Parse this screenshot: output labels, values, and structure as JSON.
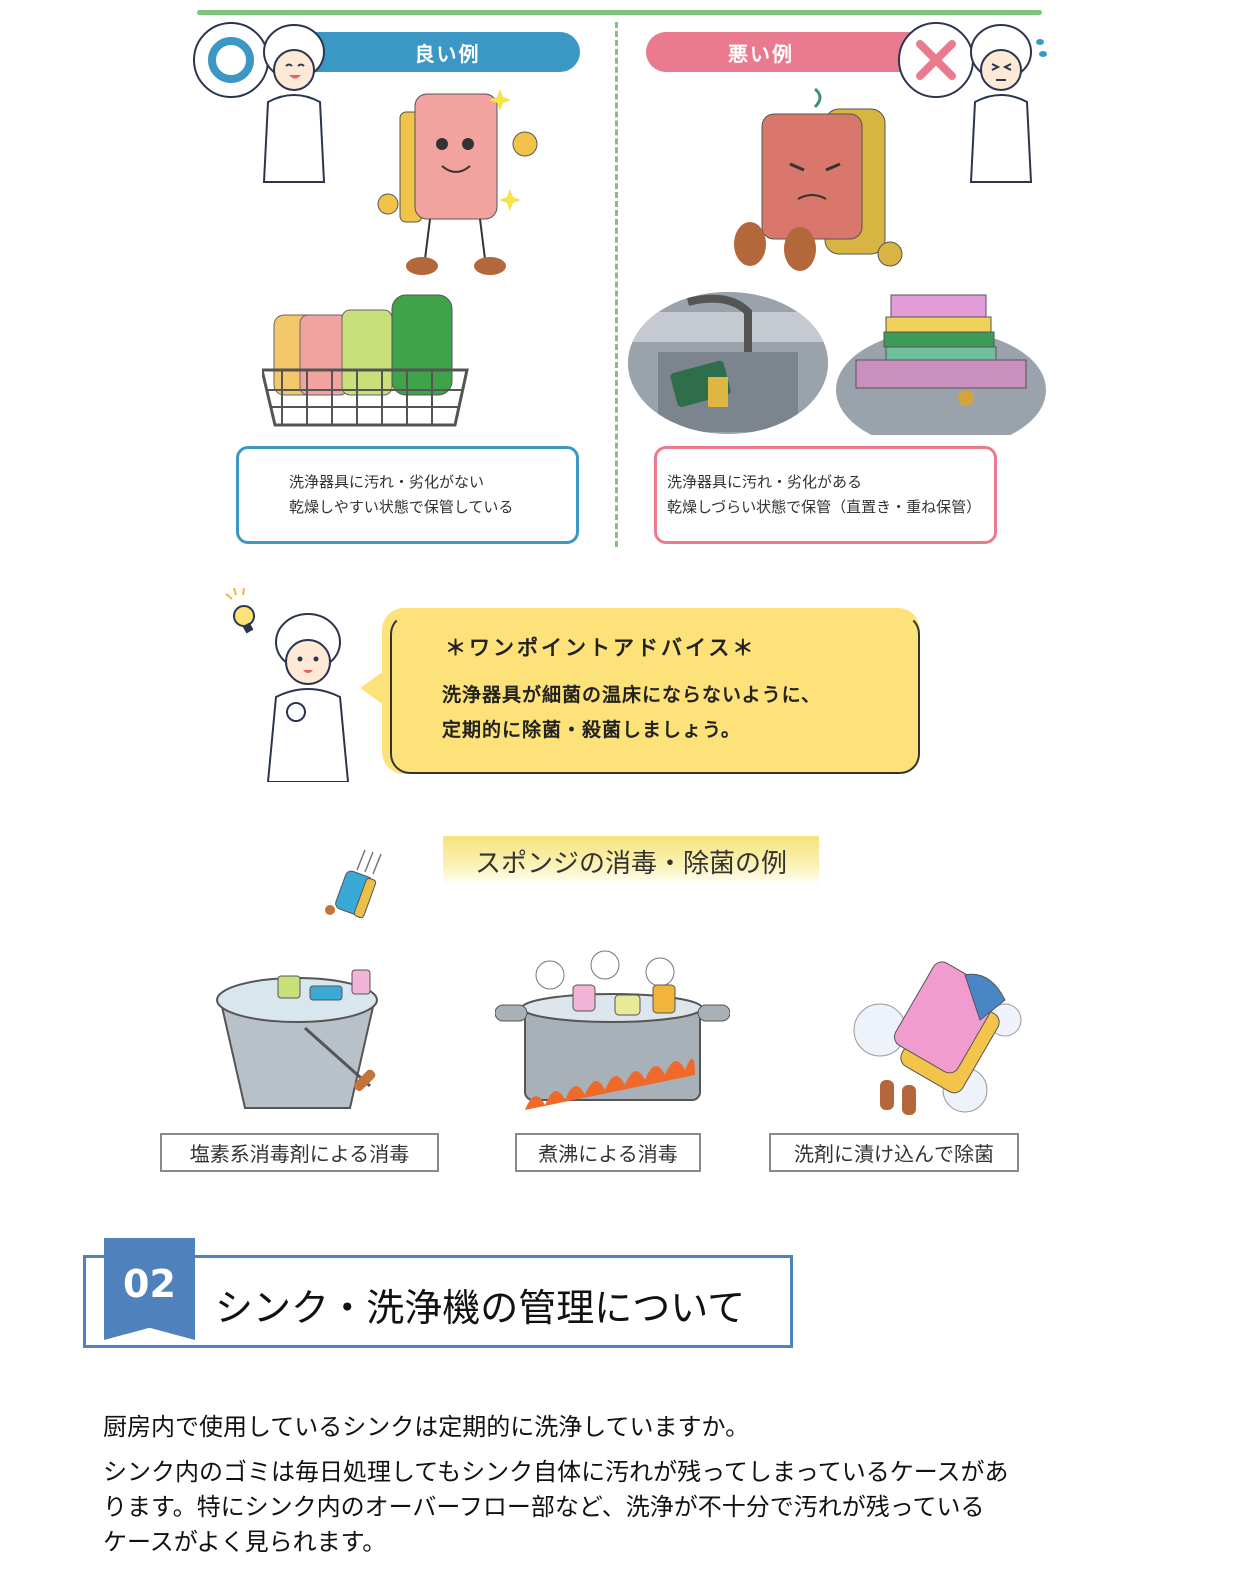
{
  "comparison": {
    "good": {
      "header": "良い例",
      "sign_icon": "circle-ok-icon",
      "description_lines": [
        "洗浄器具に汚れ・劣化がない",
        "乾燥しやすい状態で保管している"
      ],
      "accent_color": "#3b97c4"
    },
    "bad": {
      "header": "悪い例",
      "sign_icon": "cross-ng-icon",
      "description_lines": [
        "洗浄器具に汚れ・劣化がある",
        "乾燥しづらい状態で保管（直置き・重ね保管）"
      ],
      "accent_color": "#ea7b8f"
    },
    "divider_color": "#7fc47a"
  },
  "advice": {
    "title": "＊ワンポイントアドバイス＊",
    "lines": [
      "洗浄器具が細菌の温床にならないように、",
      "定期的に除菌・殺菌しましょう。"
    ],
    "bubble_color": "#fde27a"
  },
  "sponge_examples": {
    "title": "スポンジの消毒・除菌の例",
    "items": [
      {
        "label": "塩素系消毒剤による消毒",
        "icon": "bucket-illustration"
      },
      {
        "label": "煮沸による消毒",
        "icon": "boiling-pot-illustration"
      },
      {
        "label": "洗剤に漬け込んで除菌",
        "icon": "detergent-soak-illustration"
      }
    ]
  },
  "section": {
    "number": "02",
    "title": "シンク・洗浄機の管理について",
    "accent_color": "#4f81bd"
  },
  "body": {
    "paragraph1": "厨房内で使用しているシンクは定期的に洗浄していますか。",
    "paragraph2_lines": [
      "シンク内のゴミは毎日処理してもシンク自体に汚れが残ってしまっているケースがあ",
      "ります。特にシンク内のオーバーフロー部など、洗浄が不十分で汚れが残っている",
      "ケースがよく見られます。"
    ]
  }
}
